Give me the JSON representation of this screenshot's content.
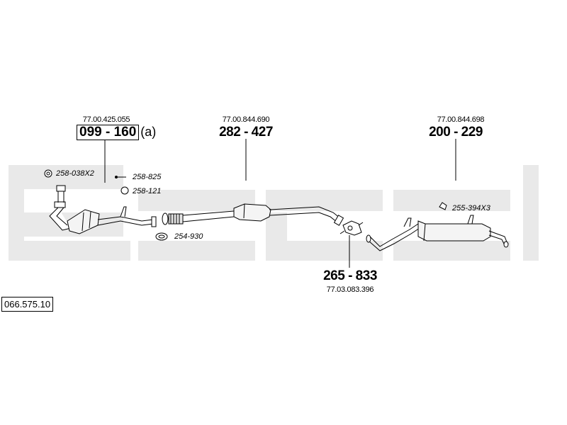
{
  "diagram": {
    "reference_number": "066.575.10",
    "parts": [
      {
        "id": "p1",
        "oe_number": "77.00.425.055",
        "part_number": "099 - 160",
        "suffix": "(a)"
      },
      {
        "id": "p2",
        "oe_number": "77.00.844.690",
        "part_number": "282 - 427"
      },
      {
        "id": "p3",
        "oe_number": "77.00.844.698",
        "part_number": "200 - 229"
      },
      {
        "id": "p4",
        "oe_number": "77.03.083.396",
        "part_number": "265 - 833"
      }
    ],
    "accessories": [
      {
        "code": "258-038X2"
      },
      {
        "code": "258-825"
      },
      {
        "code": "258-121"
      },
      {
        "code": "254-930"
      },
      {
        "code": "255-394X3"
      }
    ]
  }
}
